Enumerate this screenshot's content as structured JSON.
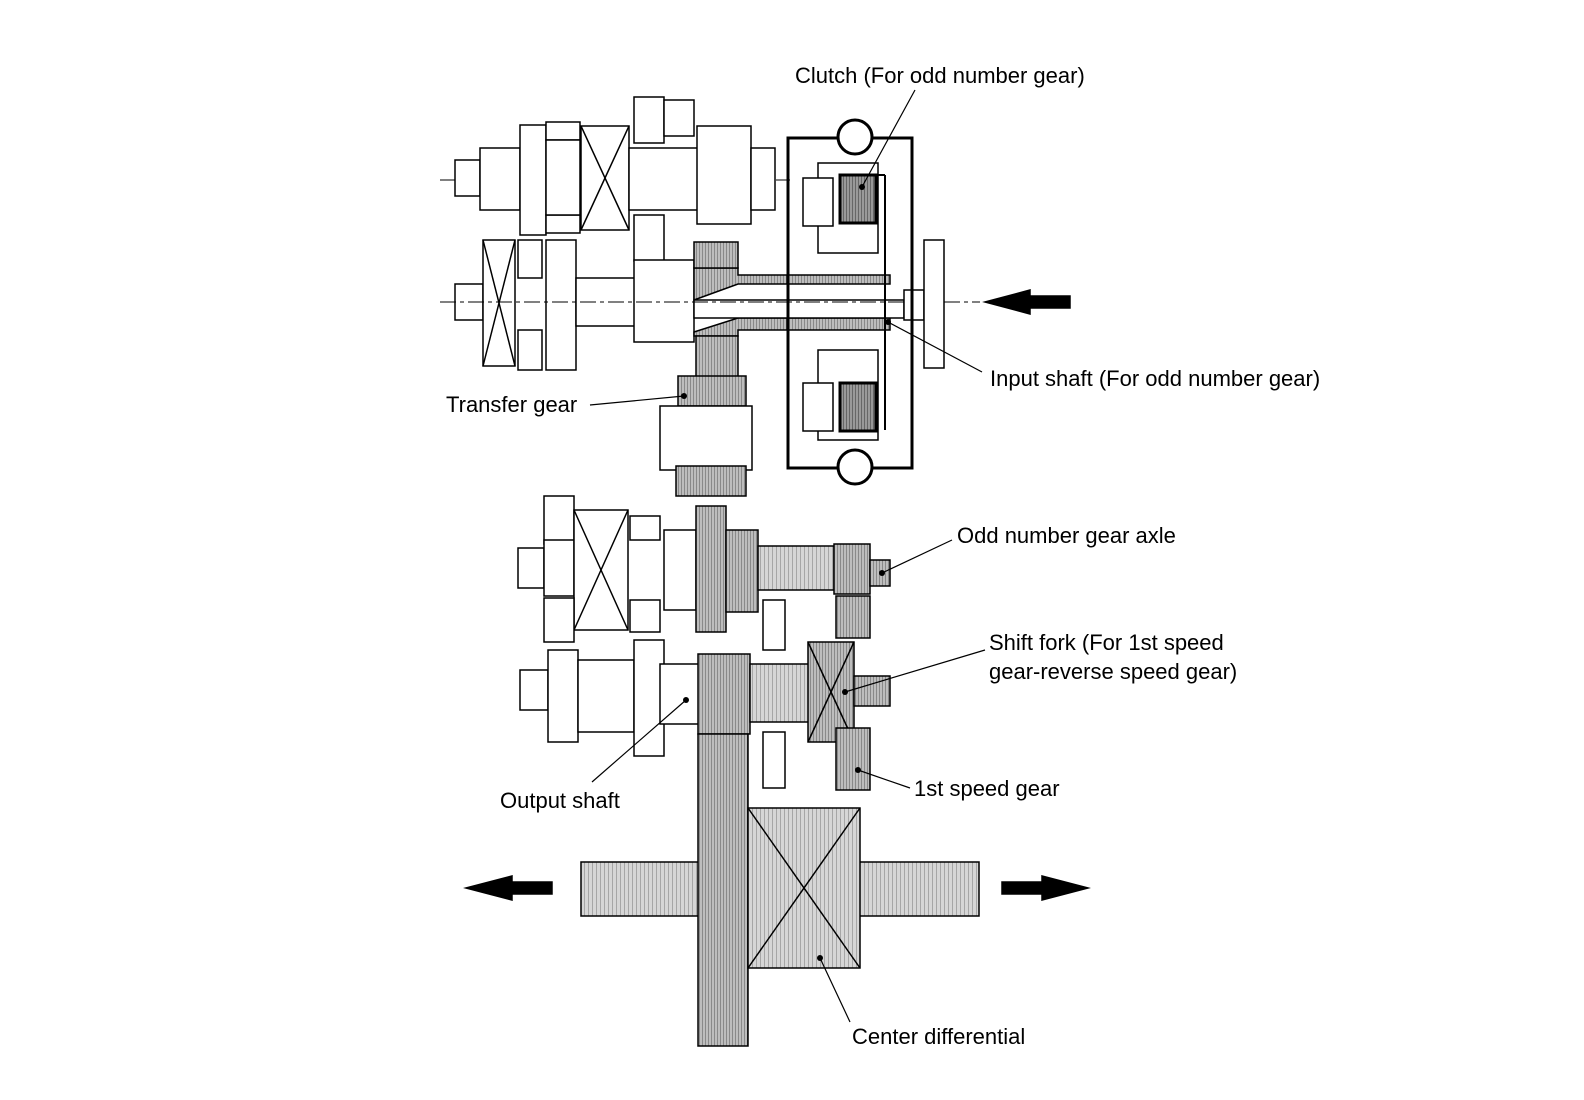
{
  "labels": {
    "clutch": "Clutch (For odd number gear)",
    "input_shaft": "Input shaft (For odd number gear)",
    "transfer_gear": "Transfer gear",
    "odd_axle": "Odd number gear axle",
    "shift_fork_line1": "Shift fork (For 1st speed",
    "shift_fork_line2": "gear-reverse speed gear)",
    "first_gear": "1st speed gear",
    "output_shaft": "Output shaft",
    "center_diff": "Center differential"
  }
}
